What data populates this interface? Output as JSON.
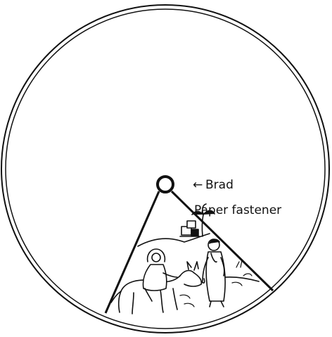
{
  "annotation": {
    "arrow_symbol": "←",
    "line1": "Brad",
    "line2": "Paper fastener"
  },
  "illustration": {
    "subject": "Figure with head covering riding a donkey, led by a standing bearded figure; palm tree and village buildings on a hill behind",
    "icon": "nativity-journey-illustration"
  },
  "colors": {
    "ink": "#111111",
    "paper": "#ffffff"
  }
}
